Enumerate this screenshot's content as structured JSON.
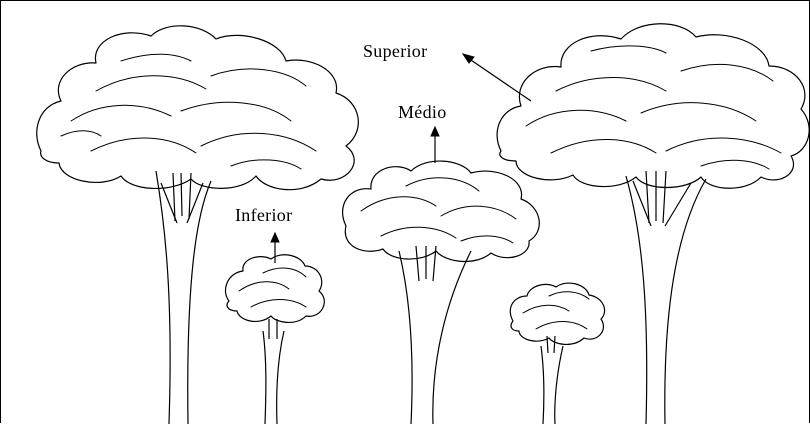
{
  "labels": {
    "superior": "Superior",
    "medio": "Médio",
    "inferior": "Inferior"
  },
  "colors": {
    "line": "#000000",
    "background": "#ffffff"
  }
}
